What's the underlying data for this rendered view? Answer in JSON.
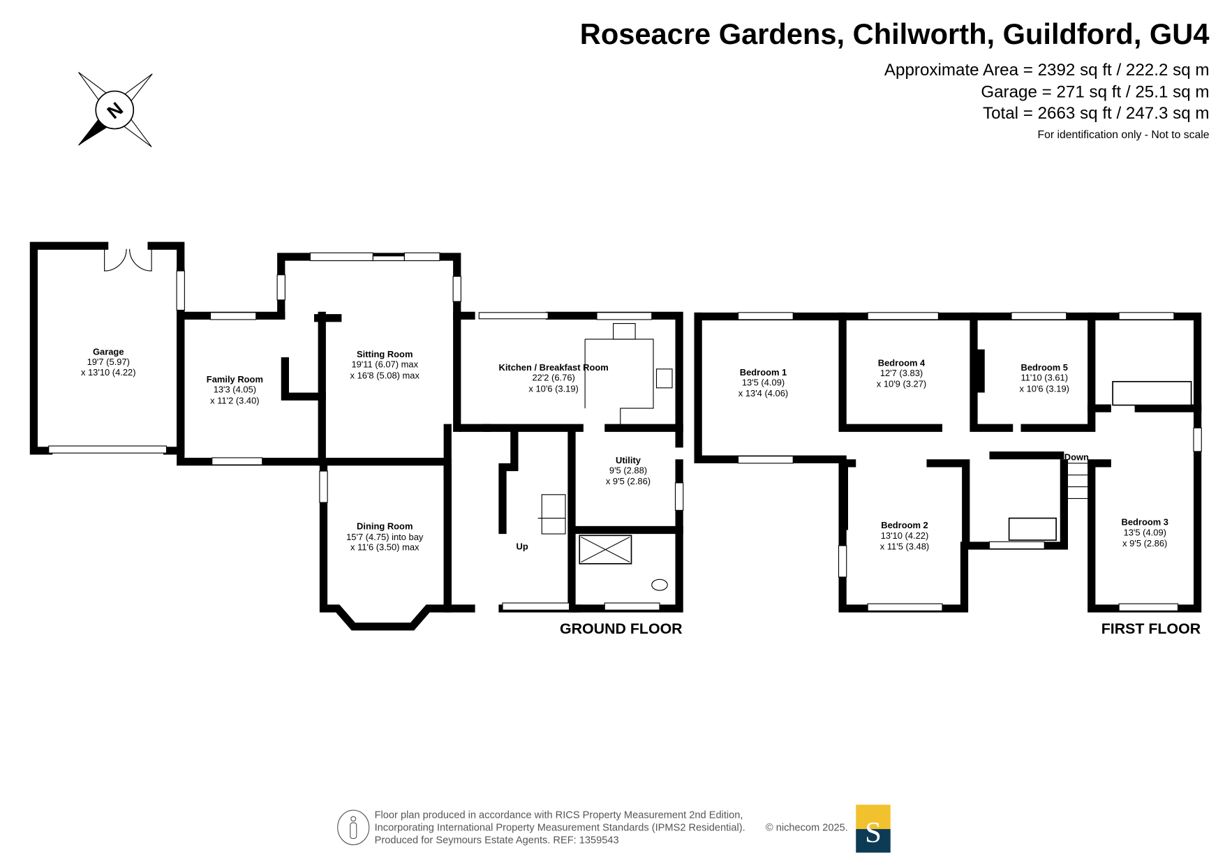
{
  "header": {
    "title": "Roseacre Gardens, Chilworth, Guildford, GU4",
    "approx_area": "Approximate Area = 2392 sq ft / 222.2 sq m",
    "garage_area": "Garage = 271 sq ft / 25.1 sq m",
    "total_area": "Total = 2663 sq ft / 247.3 sq m",
    "disclaimer": "For identification only - Not to scale"
  },
  "compass": {
    "label": "N",
    "icon": "north-compass-icon"
  },
  "ground_floor": {
    "label": "GROUND FLOOR",
    "stairs_label": "Up",
    "rooms": [
      {
        "name": "Garage",
        "dim1": "19'7 (5.97)",
        "dim2": "x 13'10 (4.22)"
      },
      {
        "name": "Family Room",
        "dim1": "13'3 (4.05)",
        "dim2": "x 11'2 (3.40)"
      },
      {
        "name": "Sitting Room",
        "dim1": "19'11 (6.07) max",
        "dim2": "x 16'8 (5.08) max"
      },
      {
        "name": "Kitchen / Breakfast Room",
        "dim1": "22'2 (6.76)",
        "dim2": "x 10'6 (3.19)"
      },
      {
        "name": "Utility",
        "dim1": "9'5 (2.88)",
        "dim2": "x 9'5 (2.86)"
      },
      {
        "name": "Dining Room",
        "dim1": "15'7 (4.75) into bay",
        "dim2": "x 11'6 (3.50) max"
      }
    ]
  },
  "first_floor": {
    "label": "FIRST FLOOR",
    "stairs_label": "Down",
    "rooms": [
      {
        "name": "Bedroom 1",
        "dim1": "13'5 (4.09)",
        "dim2": "x 13'4 (4.06)"
      },
      {
        "name": "Bedroom 4",
        "dim1": "12'7 (3.83)",
        "dim2": "x 10'9 (3.27)"
      },
      {
        "name": "Bedroom 5",
        "dim1": "11'10 (3.61)",
        "dim2": "x 10'6 (3.19)"
      },
      {
        "name": "Bedroom 2",
        "dim1": "13'10 (4.22)",
        "dim2": "x 11'5 (3.48)"
      },
      {
        "name": "Bedroom 3",
        "dim1": "13'5 (4.09)",
        "dim2": "x 9'5 (2.86)"
      }
    ]
  },
  "footer": {
    "line1": "Floor plan produced in accordance with RICS Property Measurement 2nd Edition,",
    "line2": "Incorporating International Property Measurement Standards (IPMS2 Residential).",
    "copyright": "© nichecom 2025.",
    "line3": "Produced for Seymours Estate Agents.   REF: 1359543",
    "logo_letter": "S",
    "logo_colors": {
      "top": "#f2c12e",
      "bottom": "#0d3b55"
    }
  }
}
